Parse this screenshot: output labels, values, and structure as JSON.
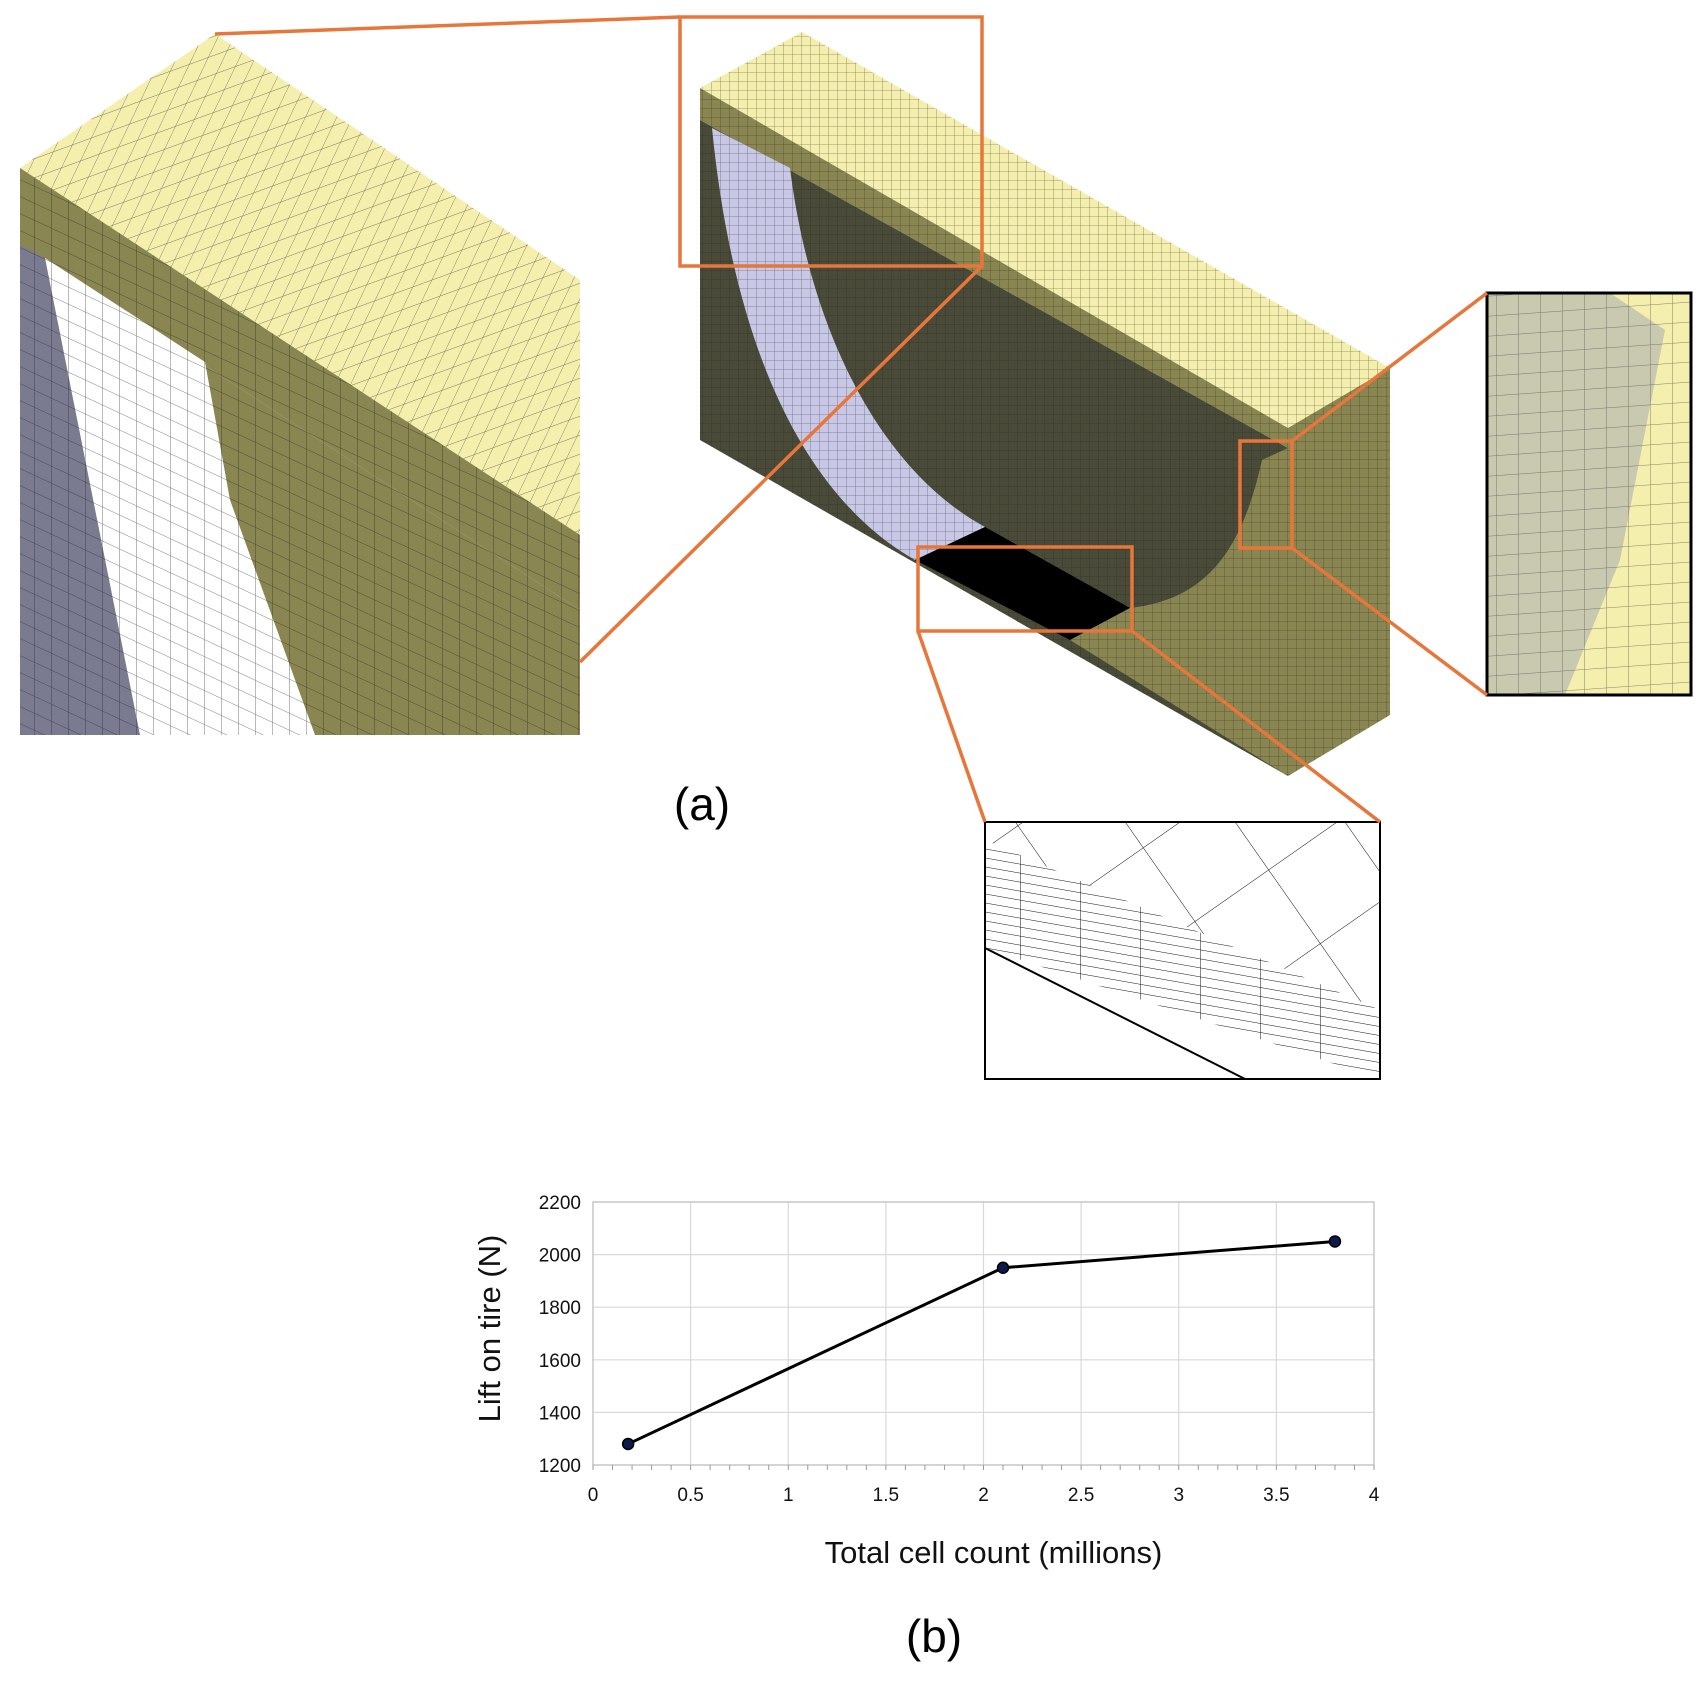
{
  "colors": {
    "callout": "#e8763a",
    "mesh_top": "#f5efad",
    "mesh_side_dark": "#4a4a38",
    "mesh_side_olive": "#8a8652",
    "tire_surface": "#c8c8e6",
    "ground": "#000000",
    "series_line": "#000000",
    "marker_fill": "#0a1a4a"
  },
  "panels": {
    "a_label": "(a)",
    "b_label": "(b)"
  },
  "chart_data": {
    "type": "line",
    "title": "",
    "xlabel": "Total cell count (millions)",
    "ylabel": "Lift on  tire (N)",
    "xlim": [
      0,
      4
    ],
    "ylim": [
      1200,
      2200
    ],
    "x_ticks": [
      0,
      0.5,
      1,
      1.5,
      2,
      2.5,
      3,
      3.5,
      4
    ],
    "x_tick_labels": [
      "0",
      "0.5",
      "1",
      "1.5",
      "2",
      "2.5",
      "3",
      "3.5",
      "4"
    ],
    "y_ticks": [
      1200,
      1400,
      1600,
      1800,
      2000,
      2200
    ],
    "y_tick_labels": [
      "1200",
      "1400",
      "1600",
      "1800",
      "2000",
      "2200"
    ],
    "grid": true,
    "legend": "none",
    "series": [
      {
        "x": [
          0.18,
          2.1,
          3.8
        ],
        "y": [
          1280,
          1950,
          2050
        ]
      }
    ]
  }
}
